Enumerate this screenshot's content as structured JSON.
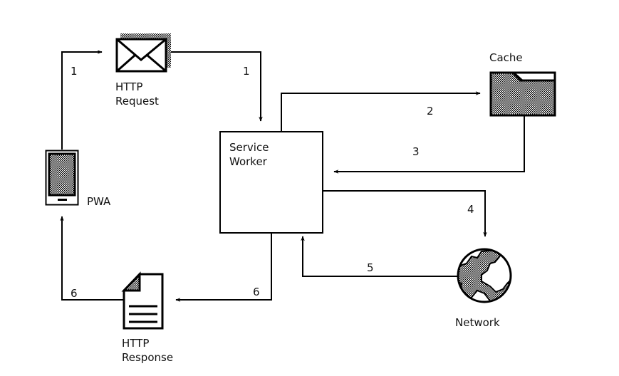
{
  "title": "Service Worker request flow",
  "nodes": {
    "pwa": {
      "label": "PWA",
      "icon": "phone-icon"
    },
    "http_request": {
      "label_line1": "HTTP",
      "label_line2": "Request",
      "icon": "envelope-icon"
    },
    "service_worker": {
      "label_line1": "Service",
      "label_line2": "Worker"
    },
    "cache": {
      "label": "Cache",
      "icon": "folder-icon"
    },
    "network": {
      "label": "Network",
      "icon": "globe-icon"
    },
    "http_response": {
      "label_line1": "HTTP",
      "label_line2": "Response",
      "icon": "document-icon"
    }
  },
  "edges": [
    {
      "id": "pwa-to-request",
      "step": "1"
    },
    {
      "id": "request-to-worker",
      "step": "1"
    },
    {
      "id": "worker-to-cache",
      "step": "2"
    },
    {
      "id": "cache-to-worker",
      "step": "3"
    },
    {
      "id": "worker-to-network",
      "step": "4"
    },
    {
      "id": "network-to-worker",
      "step": "5"
    },
    {
      "id": "worker-to-response",
      "step": "6"
    },
    {
      "id": "response-to-pwa",
      "step": "6"
    }
  ],
  "colors": {
    "stroke": "#000000",
    "background": "#ffffff",
    "label": "#111111"
  }
}
